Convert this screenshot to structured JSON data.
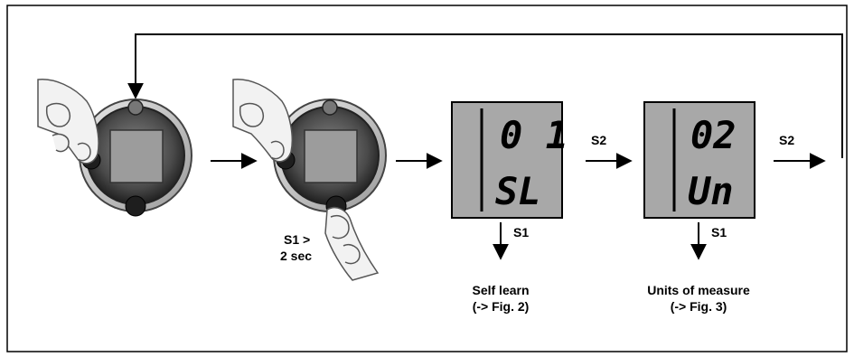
{
  "diagram": {
    "step1": {
      "label_line1": "S1 >",
      "label_line2": "2 sec"
    },
    "display1": {
      "top": "0 1",
      "bottom": "SL",
      "next_label": "S2",
      "down_label": "S1",
      "caption_line1": "Self learn",
      "caption_line2": "(-> Fig. 2)"
    },
    "display2": {
      "top": "02",
      "bottom": "Un",
      "next_label": "S2",
      "down_label": "S1",
      "caption_line1": "Units of measure",
      "caption_line2": "(-> Fig. 3)"
    }
  }
}
